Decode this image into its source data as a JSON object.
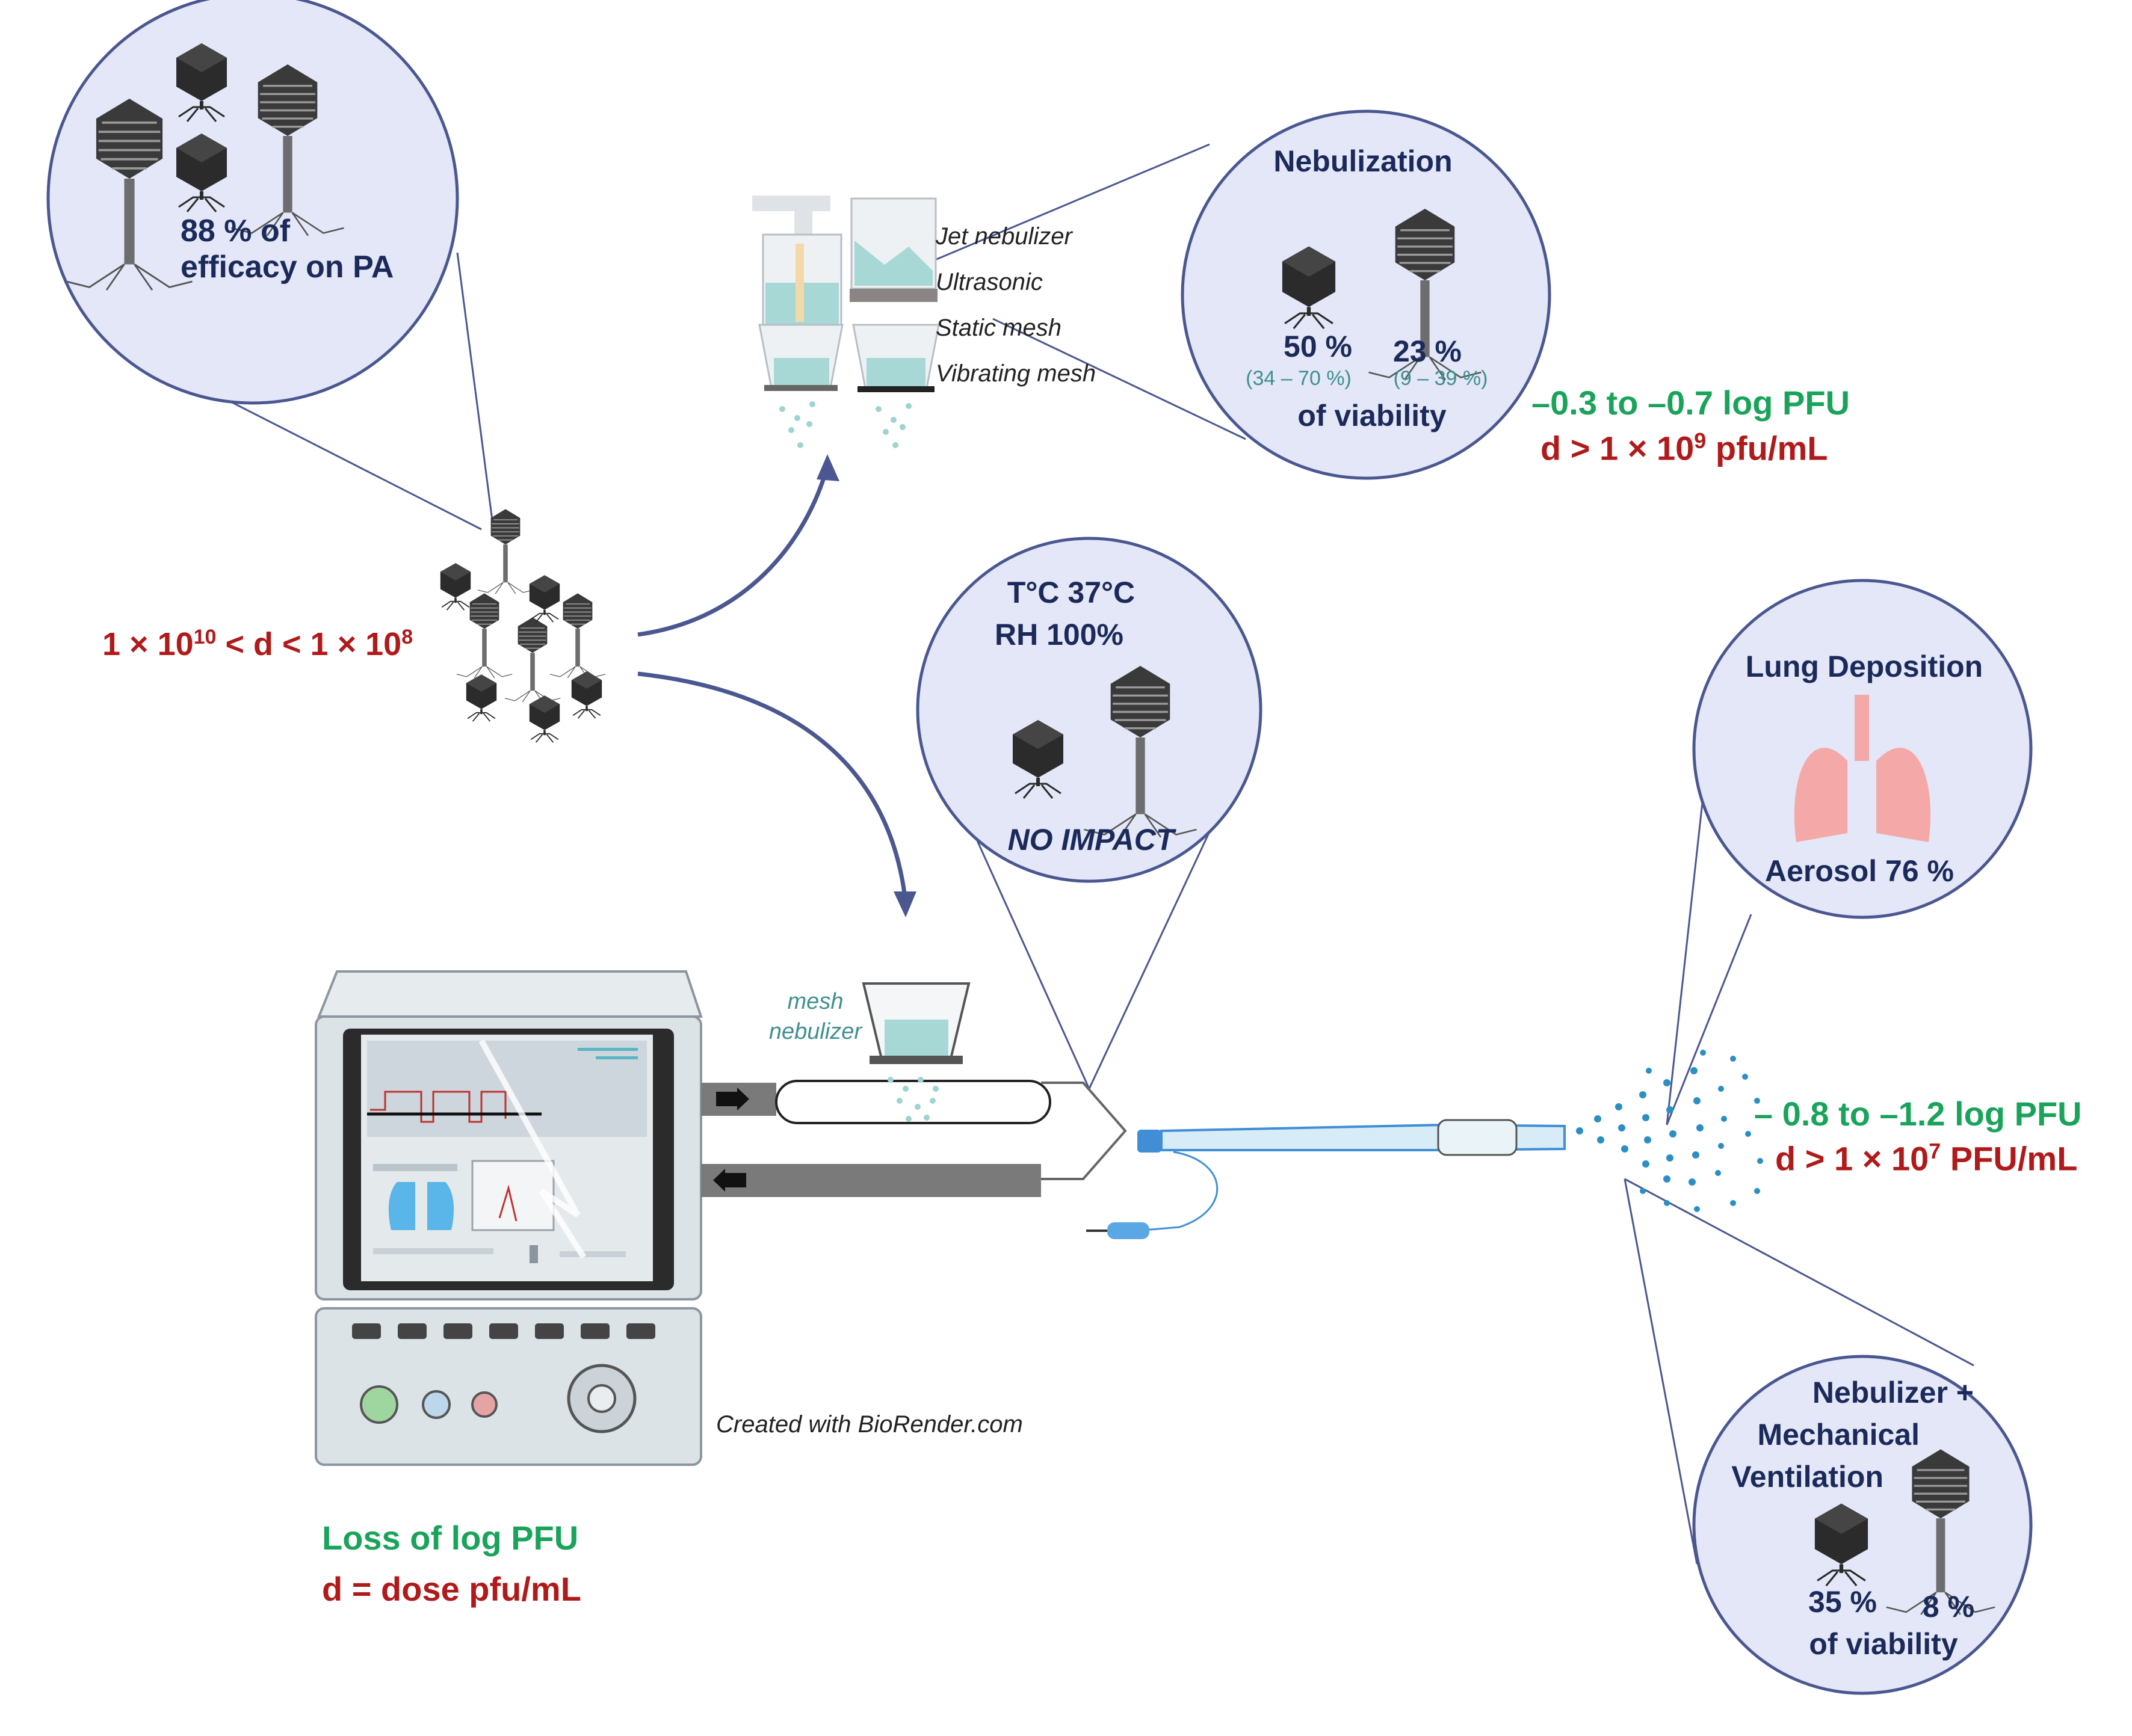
{
  "efficacy": {
    "line1": "88 % of",
    "line2": "efficacy on PA"
  },
  "dose_range": {
    "a": "1 × 10",
    "a_exp": "10",
    "mid": " < d < 1 × 10",
    "b_exp": "8"
  },
  "nebulizer_types": [
    "Jet nebulizer",
    "Ultrasonic",
    "Static mesh",
    "Vibrating mesh"
  ],
  "nebulization": {
    "title": "Nebulization",
    "small_pct": "50 %",
    "small_range": "(34 – 70 %)",
    "large_pct": "23 %",
    "large_range": "(9 – 39 %)",
    "caption": "of viability"
  },
  "nebulization_loss": {
    "log": "–0.3 to –0.7 log PFU",
    "dose": "d > 1 × 10",
    "dose_exp": "9",
    "dose_unit": " pfu/mL"
  },
  "conditions": {
    "temp": "T°C 37°C",
    "rh": "RH 100%",
    "impact": "NO IMPACT"
  },
  "lung": {
    "title": "Lung Deposition",
    "aerosol": "Aerosol 76 %"
  },
  "vent_loss": {
    "log": "– 0.8 to –1.2 log PFU",
    "dose": "d > 1 × 10",
    "dose_exp": "7",
    "dose_unit": " PFU/mL"
  },
  "mesh_label": {
    "l1": "mesh",
    "l2": "nebulizer"
  },
  "credit": "Created with BioRender.com",
  "mv": {
    "title1": "Nebulizer +",
    "title2": "Mechanical",
    "title3": "Ventilation",
    "small_pct": "35 %",
    "large_pct": "8 %",
    "caption": "of viability"
  },
  "legend": {
    "loss": "Loss of log PFU",
    "dose": "d = dose pfu/mL"
  },
  "colors": {
    "circle_fill": "#e3e7f7",
    "circle_stroke": "#4a5791",
    "navy": "#1b2a5a",
    "red": "#b01a1a",
    "green": "#1aa35a",
    "teal": "#3f8f8f",
    "lung": "#f4a9a8"
  }
}
